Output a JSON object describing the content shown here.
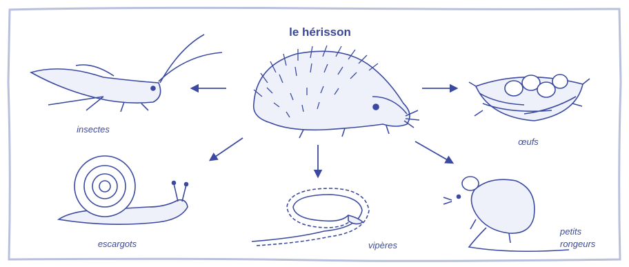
{
  "diagram": {
    "title": "le hérisson",
    "center": {
      "name": "le hérisson",
      "icon": "hedgehog-icon"
    },
    "prey": [
      {
        "id": "insectes",
        "label": "insectes",
        "icon": "grasshopper-icon"
      },
      {
        "id": "oeufs",
        "label": "œufs",
        "icon": "nest-eggs-icon"
      },
      {
        "id": "escargots",
        "label": "escargots",
        "icon": "snail-icon"
      },
      {
        "id": "viperes",
        "label": "vipères",
        "icon": "viper-icon"
      },
      {
        "id": "rongeurs",
        "label_line1": "petits",
        "label_line2": "rongeurs",
        "icon": "mouse-icon"
      }
    ]
  },
  "colors": {
    "ink": "#3b4aa0",
    "frame": "#b9c0dc",
    "background": "#ffffff"
  }
}
